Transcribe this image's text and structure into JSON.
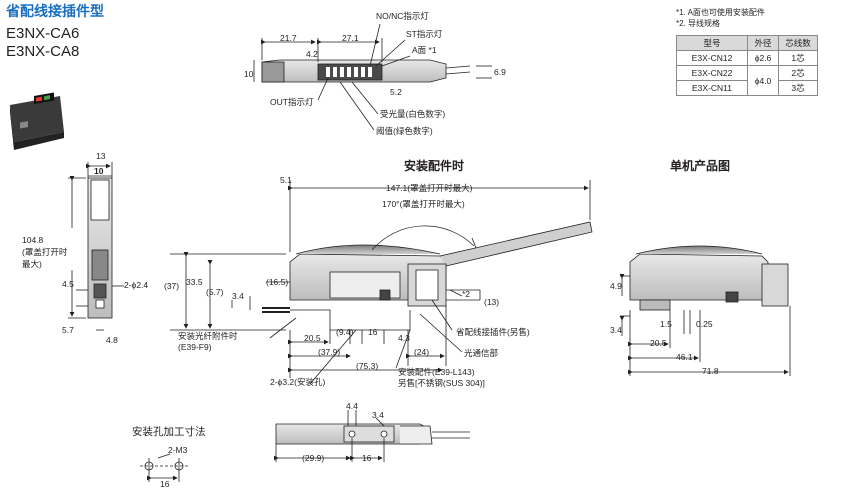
{
  "header": {
    "title": "省配线接插件型",
    "model_1": "E3NX-CA6",
    "model_2": "E3NX-CA8"
  },
  "notes": {
    "note_1": "*1. A面也可使用安装配件",
    "note_2": "*2. 导线规格"
  },
  "spec_table": {
    "headers": [
      "型号",
      "外径",
      "芯线数"
    ],
    "rows": [
      {
        "model": "E3X-CN12",
        "diameter": "ϕ2.6",
        "cores": "1芯"
      },
      {
        "model": "E3X-CN22",
        "diameter": "ϕ4.0",
        "cores": "2芯"
      },
      {
        "model": "E3X-CN11",
        "diameter": "",
        "cores": "3芯"
      }
    ]
  },
  "top_view": {
    "dims": [
      "21.7",
      "27.1",
      "4.2",
      "10",
      "6.9",
      "5.2"
    ],
    "callouts": [
      "NO/NC指示灯",
      "ST指示灯",
      "A面 *1",
      "OUT指示灯",
      "受光量(白色数字)",
      "阈值(绿色数字)"
    ]
  },
  "side_view": {
    "dims": [
      "13",
      "10",
      "104.8",
      "(罩盖打开时",
      "最大)",
      "2-ϕ2.4",
      "4.5",
      "5.7",
      "4.8"
    ]
  },
  "mount_view": {
    "heading": "安装配件时",
    "dims": [
      "5.1",
      "147.1(罩盖打开时最大)",
      "170°(罩盖打开时最大)",
      "(37)",
      "33.5",
      "(16.5)",
      "(5.7)",
      "3.4",
      "*2",
      "(13)",
      "20.5",
      "(9.4)",
      "16",
      "4.3",
      "(37.9)",
      "(24)",
      "(75.3)"
    ],
    "callouts": [
      "安装光纤附件时",
      "(E39-F9)",
      "省配线接插件(另售)",
      "光通信部",
      "2-ϕ3.2(安装孔)",
      "安装配件(E39-L143)",
      "另售[不锈钢(SUS 304)]"
    ]
  },
  "single_view": {
    "heading": "单机产品图",
    "dims": [
      "4.9",
      "3.4",
      "1.5",
      "0.25",
      "20.5",
      "46.1",
      "71.8"
    ]
  },
  "hole_view": {
    "heading": "安装孔加工寸法",
    "dims": [
      "2-M3",
      "16"
    ]
  },
  "bottom_view": {
    "dims": [
      "4.4",
      "3.4",
      "(29.9)",
      "16"
    ]
  }
}
